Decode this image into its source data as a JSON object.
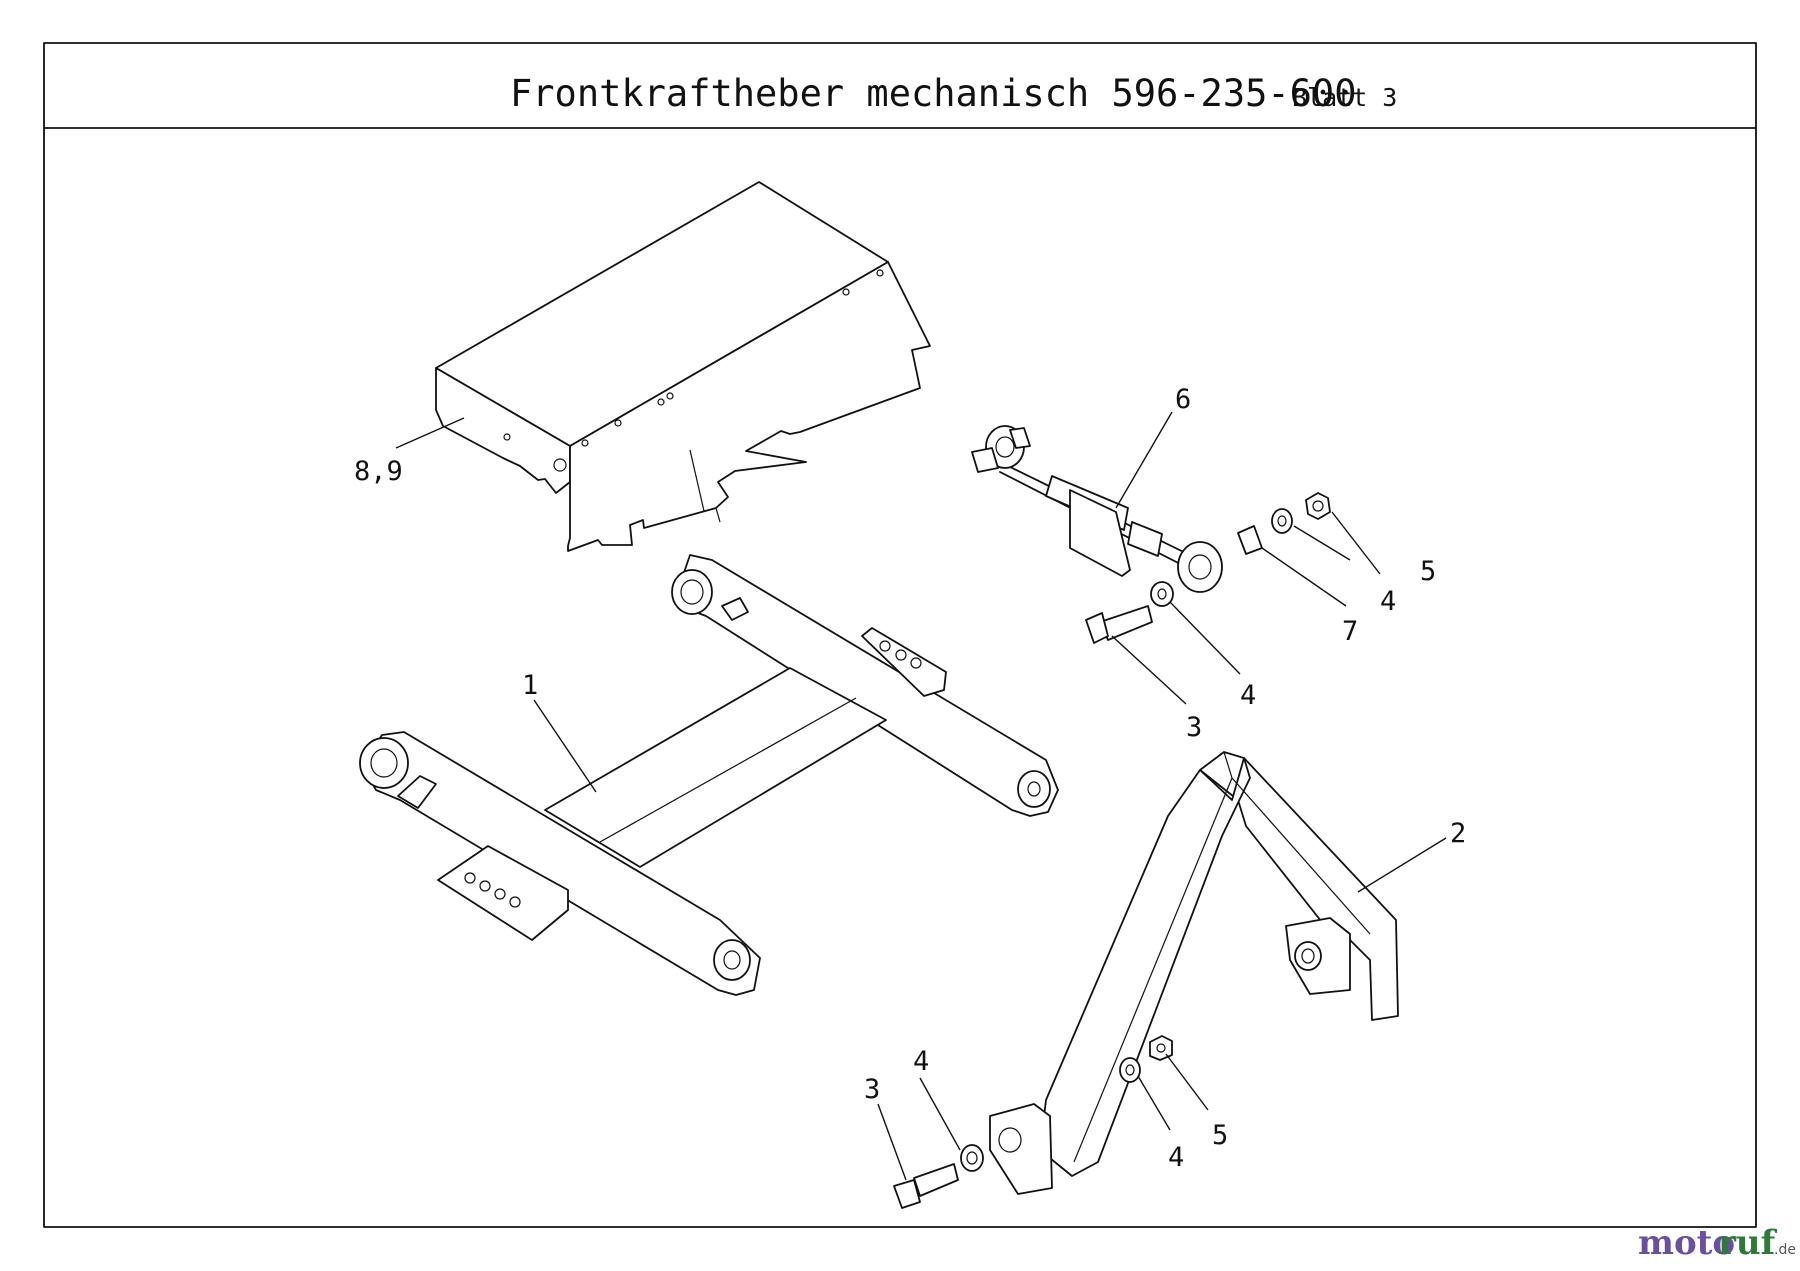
{
  "header": {
    "title": "Frontkraftheber mechanisch 596-235-600",
    "sheet": "Blatt 3"
  },
  "callouts": {
    "c1": "1",
    "c2": "2",
    "c3_top": "3",
    "c3_bottom": "3",
    "c4_top_a": "4",
    "c4_top_b": "4",
    "c4_bottom_a": "4",
    "c4_bottom_b": "4",
    "c5_top": "5",
    "c5_bottom": "5",
    "c6": "6",
    "c7": "7",
    "c89": "8,9"
  },
  "watermark": {
    "part1": "moto",
    "part2": "ruf",
    "suffix": ".de"
  }
}
